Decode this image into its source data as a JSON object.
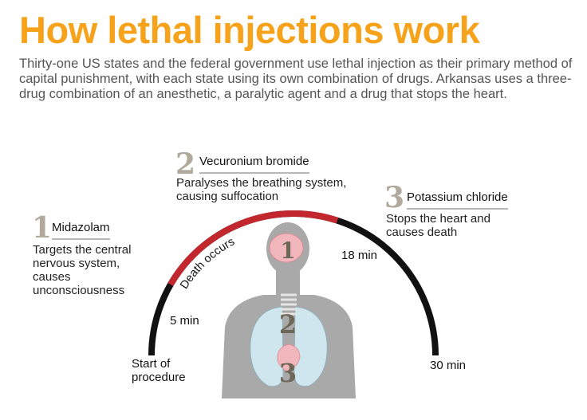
{
  "title": "How lethal injections work",
  "intro": "Thirty-one US states and the federal government use lethal injection as their primary method of capital punishment, with each state using its own combination of drugs. Arkansas uses a three-drug combination of an anesthetic, a paralytic agent and a drug that stops the heart.",
  "steps": [
    {
      "number": "1",
      "name": "Midazolam",
      "description": "Targets the central nervous system, causes unconsciousness"
    },
    {
      "number": "2",
      "name": "Vecuronium bromide",
      "description": "Paralyses the breathing system, causing suffocation"
    },
    {
      "number": "3",
      "name": "Potassium chloride",
      "description": "Stops the heart and causes death"
    }
  ],
  "timeline": {
    "start_label": "Start of procedure",
    "end_label": "30 min",
    "marker_5": "5 min",
    "marker_18": "18 min",
    "death_label": "Death occurs",
    "death_start_min": 5,
    "death_end_min": 18,
    "total_min": 30
  },
  "body_markers": [
    "1",
    "2",
    "3"
  ],
  "colors": {
    "title": "#f7a21b",
    "arc": "#111111",
    "death_arc": "#c1272d",
    "silhouette": "#a9a9a9",
    "lungs": "#cfe6ee",
    "organs": "#f2b7bd",
    "numerals": "#b0a99c"
  }
}
